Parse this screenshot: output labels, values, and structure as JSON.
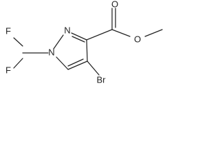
{
  "molecule": {
    "labels": {
      "f_top": "F",
      "f_bottom": "F",
      "n1": "N",
      "n2": "N",
      "br": "Br",
      "o_carbonyl": "O",
      "o_ester": "O"
    }
  },
  "colors": {
    "bond": "#222222",
    "label": "#222222",
    "background": "#ffffff"
  }
}
